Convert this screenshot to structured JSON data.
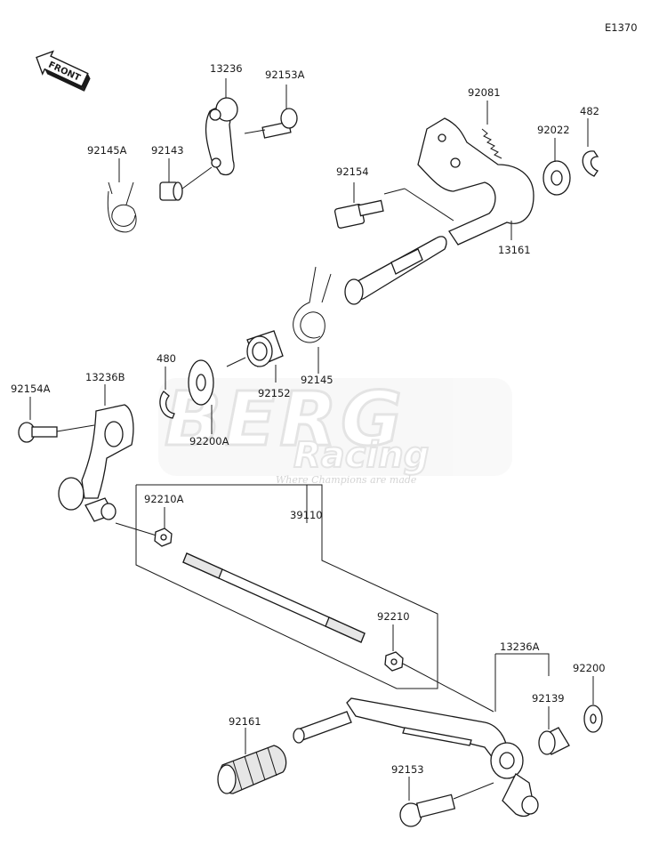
{
  "diagram_code": "E1370",
  "front_label": "FRONT",
  "watermark": {
    "big": "BERG",
    "small": "Racing",
    "tagline": "Where Champions are made"
  },
  "labels": {
    "p13236": "13236",
    "p92153A": "92153A",
    "p92081": "92081",
    "p482": "482",
    "p92022": "92022",
    "p92145A": "92145A",
    "p92143": "92143",
    "p92154": "92154",
    "p13161": "13161",
    "p480": "480",
    "p92152": "92152",
    "p92145": "92145",
    "p92154A": "92154A",
    "p13236B": "13236B",
    "p92200A": "92200A",
    "p92210A": "92210A",
    "p39110": "39110",
    "p92210": "92210",
    "p13236A": "13236A",
    "p92200": "92200",
    "p92139": "92139",
    "p92161": "92161",
    "p92153": "92153"
  }
}
